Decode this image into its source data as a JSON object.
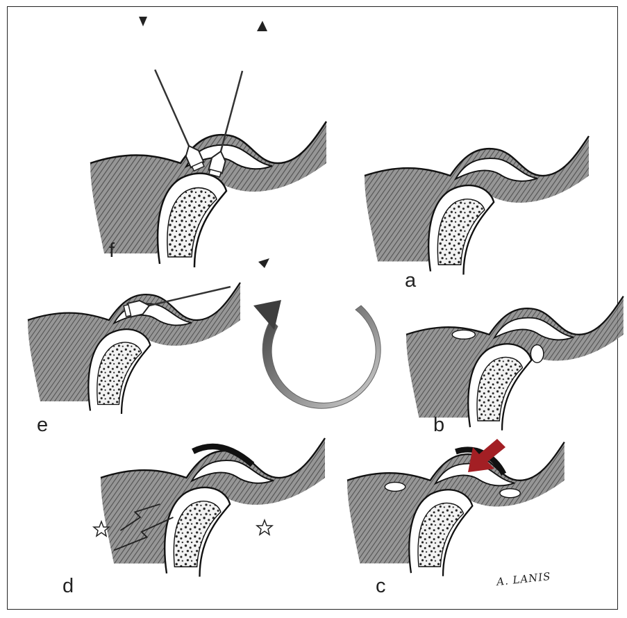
{
  "panels": [
    {
      "key": "a",
      "label": "a"
    },
    {
      "key": "b",
      "label": "b"
    },
    {
      "key": "c",
      "label": "c"
    },
    {
      "key": "d",
      "label": "d"
    },
    {
      "key": "e",
      "label": "e"
    },
    {
      "key": "f",
      "label": "f"
    }
  ],
  "signature": "A. LANIS",
  "colors": {
    "tissue": "#6b6b6b",
    "bone_outline": "#1a1a1a",
    "cycle_arrow_dark": "#4a4a4a",
    "cycle_arrow_light": "#cfcfcf",
    "highlight_arrow": "#a31f24"
  },
  "icons": [
    "cycle-arrow-icon",
    "red-arrow-icon",
    "needle-icon",
    "star-icon"
  ]
}
